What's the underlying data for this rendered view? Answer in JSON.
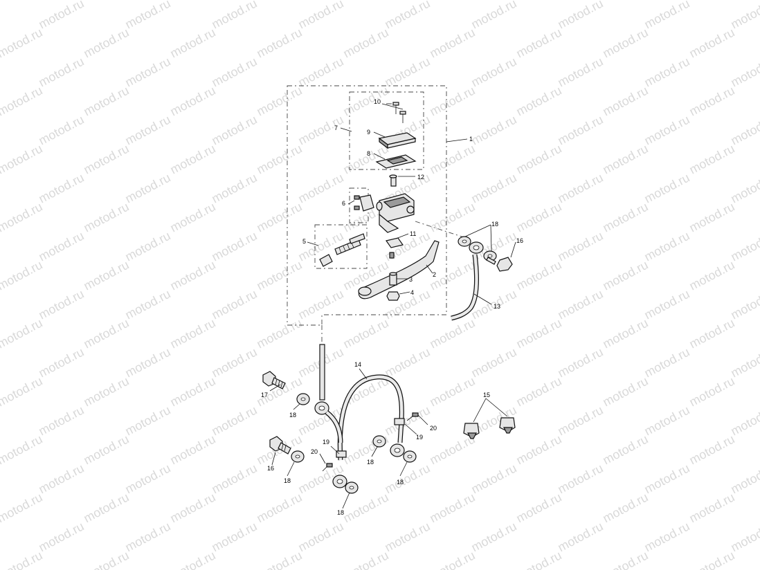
{
  "watermark": "motod.ru",
  "callouts": {
    "c1": "1",
    "c2": "2",
    "c3": "3",
    "c4": "4",
    "c5": "5",
    "c6": "6",
    "c7": "7",
    "c8": "8",
    "c9": "9",
    "c10": "10",
    "c11": "11",
    "c12": "12",
    "c13": "13",
    "c14": "14",
    "c15": "15",
    "c16a": "16",
    "c16b": "16",
    "c17": "17",
    "c18a": "18",
    "c18b": "18",
    "c18c": "18",
    "c18d": "18",
    "c18e": "18",
    "c18f": "18",
    "c19a": "19",
    "c19b": "19",
    "c20a": "20",
    "c20b": "20"
  }
}
